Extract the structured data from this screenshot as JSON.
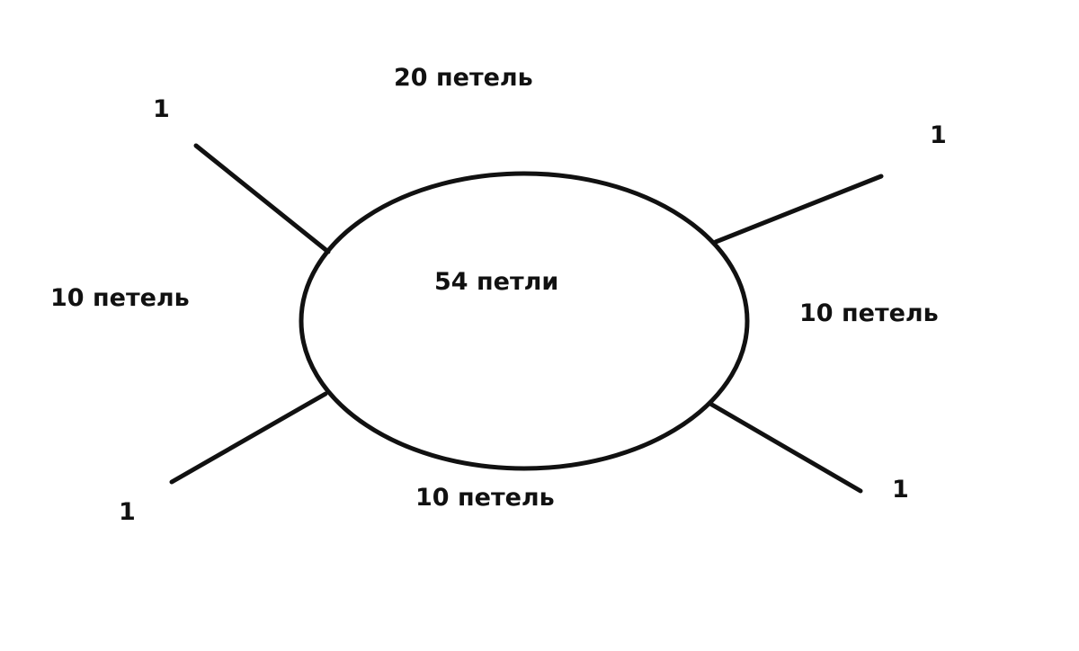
{
  "labels": {
    "top": "20 петель",
    "left": "10 петель",
    "right": "10 петель",
    "bottom": "10 петель",
    "center": "54 петли",
    "corner_top_left": "1",
    "corner_top_right": "1",
    "corner_bottom_left": "1",
    "corner_bottom_right": "1"
  },
  "colors": {
    "stroke": "#111111",
    "background": "#ffffff"
  }
}
